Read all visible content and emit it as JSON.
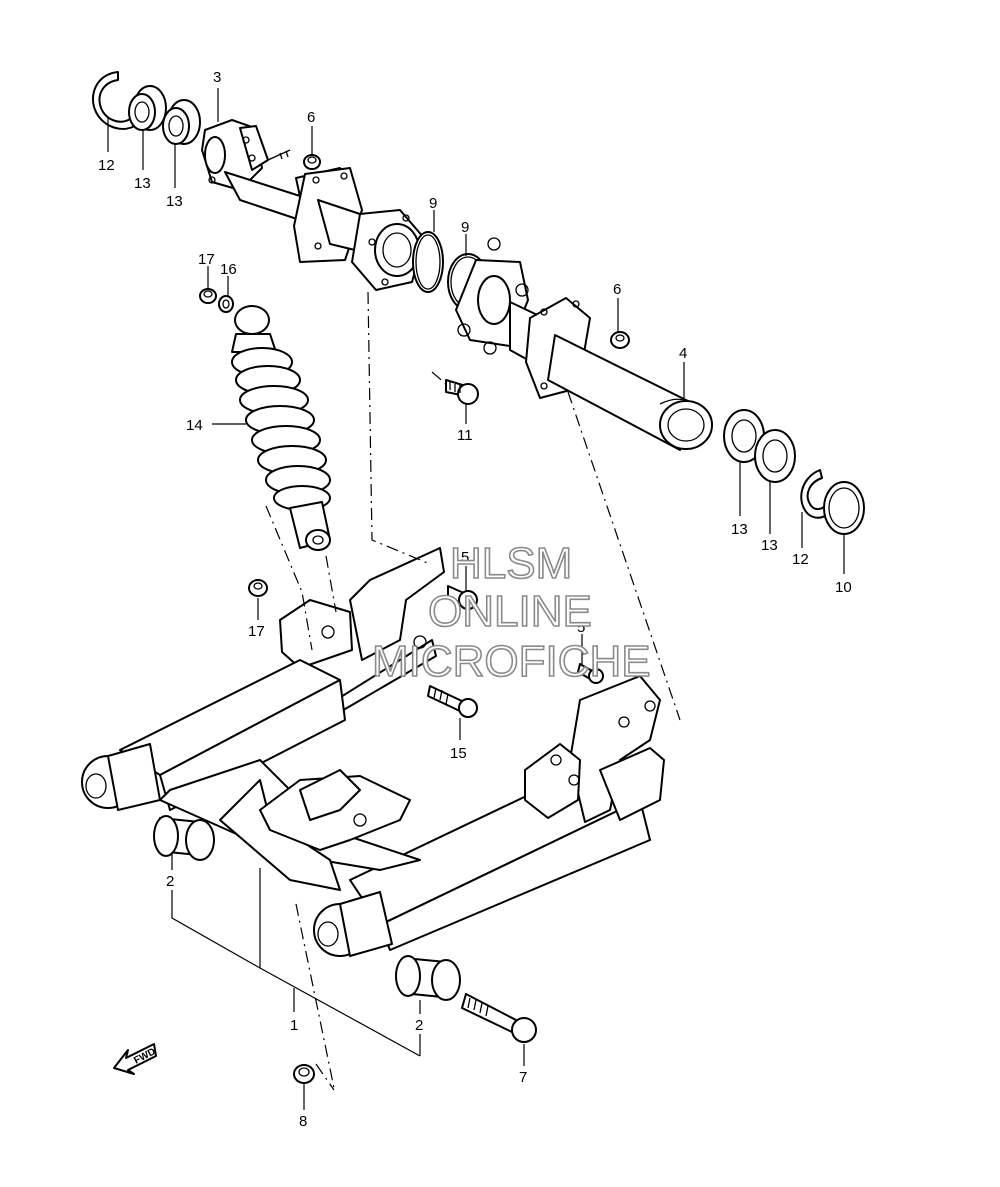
{
  "watermark": {
    "line1": "HLSM",
    "line2": "ONLINE",
    "line3": "MICROFICHE"
  },
  "direction_marker": "FWD",
  "callouts": [
    {
      "id": "c12a",
      "text": "12"
    },
    {
      "id": "c13a",
      "text": "13"
    },
    {
      "id": "c13b",
      "text": "13"
    },
    {
      "id": "c3",
      "text": "3"
    },
    {
      "id": "c6a",
      "text": "6"
    },
    {
      "id": "c9a",
      "text": "9"
    },
    {
      "id": "c9b",
      "text": "9"
    },
    {
      "id": "c6b",
      "text": "6"
    },
    {
      "id": "c4",
      "text": "4"
    },
    {
      "id": "c17a",
      "text": "17"
    },
    {
      "id": "c16",
      "text": "16"
    },
    {
      "id": "c14",
      "text": "14"
    },
    {
      "id": "c11",
      "text": "11"
    },
    {
      "id": "c13c",
      "text": "13"
    },
    {
      "id": "c13d",
      "text": "13"
    },
    {
      "id": "c12b",
      "text": "12"
    },
    {
      "id": "c10",
      "text": "10"
    },
    {
      "id": "c5a",
      "text": "5"
    },
    {
      "id": "c17b",
      "text": "17"
    },
    {
      "id": "c5b",
      "text": "5"
    },
    {
      "id": "c15",
      "text": "15"
    },
    {
      "id": "c2a",
      "text": "2"
    },
    {
      "id": "c1",
      "text": "1"
    },
    {
      "id": "c2b",
      "text": "2"
    },
    {
      "id": "c7",
      "text": "7"
    },
    {
      "id": "c8",
      "text": "8"
    }
  ]
}
